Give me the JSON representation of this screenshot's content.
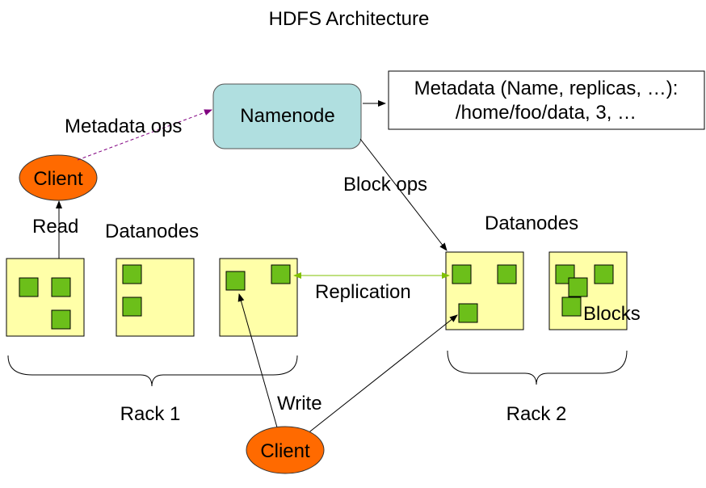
{
  "title": "HDFS Architecture",
  "namenode": {
    "label": "Namenode"
  },
  "metadata": {
    "line1": "Metadata (Name, replicas, …):",
    "line2": "/home/foo/data, 3, …"
  },
  "labels": {
    "metadata_ops": "Metadata ops",
    "block_ops": "Block ops",
    "read": "Read",
    "write": "Write",
    "replication": "Replication",
    "blocks": "Blocks"
  },
  "clients": {
    "top": "Client",
    "bottom": "Client"
  },
  "racks": [
    {
      "datanodes_label": "Datanodes",
      "rack_label": "Rack 1"
    },
    {
      "datanodes_label": "Datanodes",
      "rack_label": "Rack 2"
    }
  ],
  "colors": {
    "datanode_fill": "#ffffa8",
    "block_fill": "#6cbf1a",
    "client_fill": "#ff6a00",
    "namenode_fill": "#b0dfe0",
    "metadata_ops_arrow": "#800080",
    "replication_arrow": "#80c000"
  }
}
